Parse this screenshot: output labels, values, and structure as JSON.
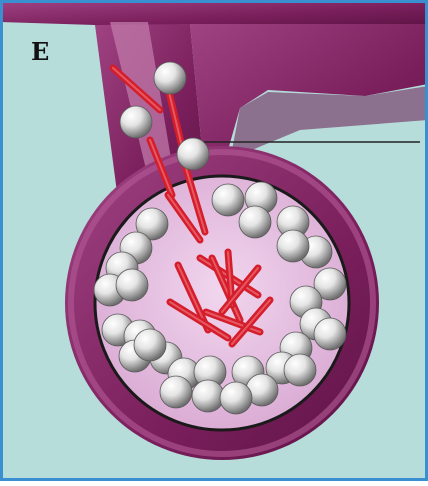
{
  "panel": {
    "label": "E"
  },
  "colors": {
    "background": "#b7dddb",
    "frame": "#3a8fd0",
    "membrane": "#7a1f5c",
    "membrane_light": "#b45a96",
    "cell_interior": "#e8c4e2",
    "rod": "#d41e2b",
    "sphere_light": "#ffffff",
    "sphere_dark": "#7d7d7d",
    "leader_line": "#222222"
  },
  "components": {
    "spheres": "sphere",
    "rods": "rod",
    "membrane": "membrane",
    "leader": "leader-line"
  }
}
